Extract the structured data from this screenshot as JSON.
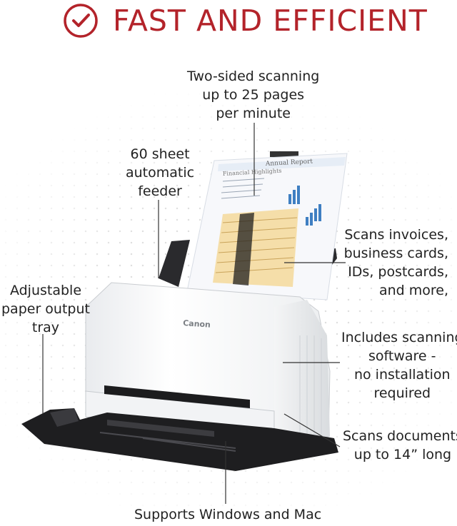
{
  "header": {
    "title": "FAST AND EFFICIENT",
    "icon": "check-circle-icon",
    "accent_color": "#b3232a"
  },
  "callouts": {
    "two_sided": [
      "Two-sided scanning",
      "up to 25 pages",
      "per minute"
    ],
    "feeder": [
      "60 sheet",
      "automatic",
      "feeder"
    ],
    "output_tray": [
      "Adjustable",
      "paper output",
      "tray"
    ],
    "documents": [
      "Scans invoices,",
      "business cards,",
      "IDs, postcards,",
      "and more,"
    ],
    "software": [
      "Includes scanning",
      "software -",
      "no installation",
      "required"
    ],
    "length": [
      "Scans documents",
      "up to 14” long"
    ],
    "os": "Supports Windows and Mac"
  },
  "product": {
    "brand": "Canon",
    "paper_heading": "Annual Report",
    "paper_subheading": "Financial Highlights"
  }
}
